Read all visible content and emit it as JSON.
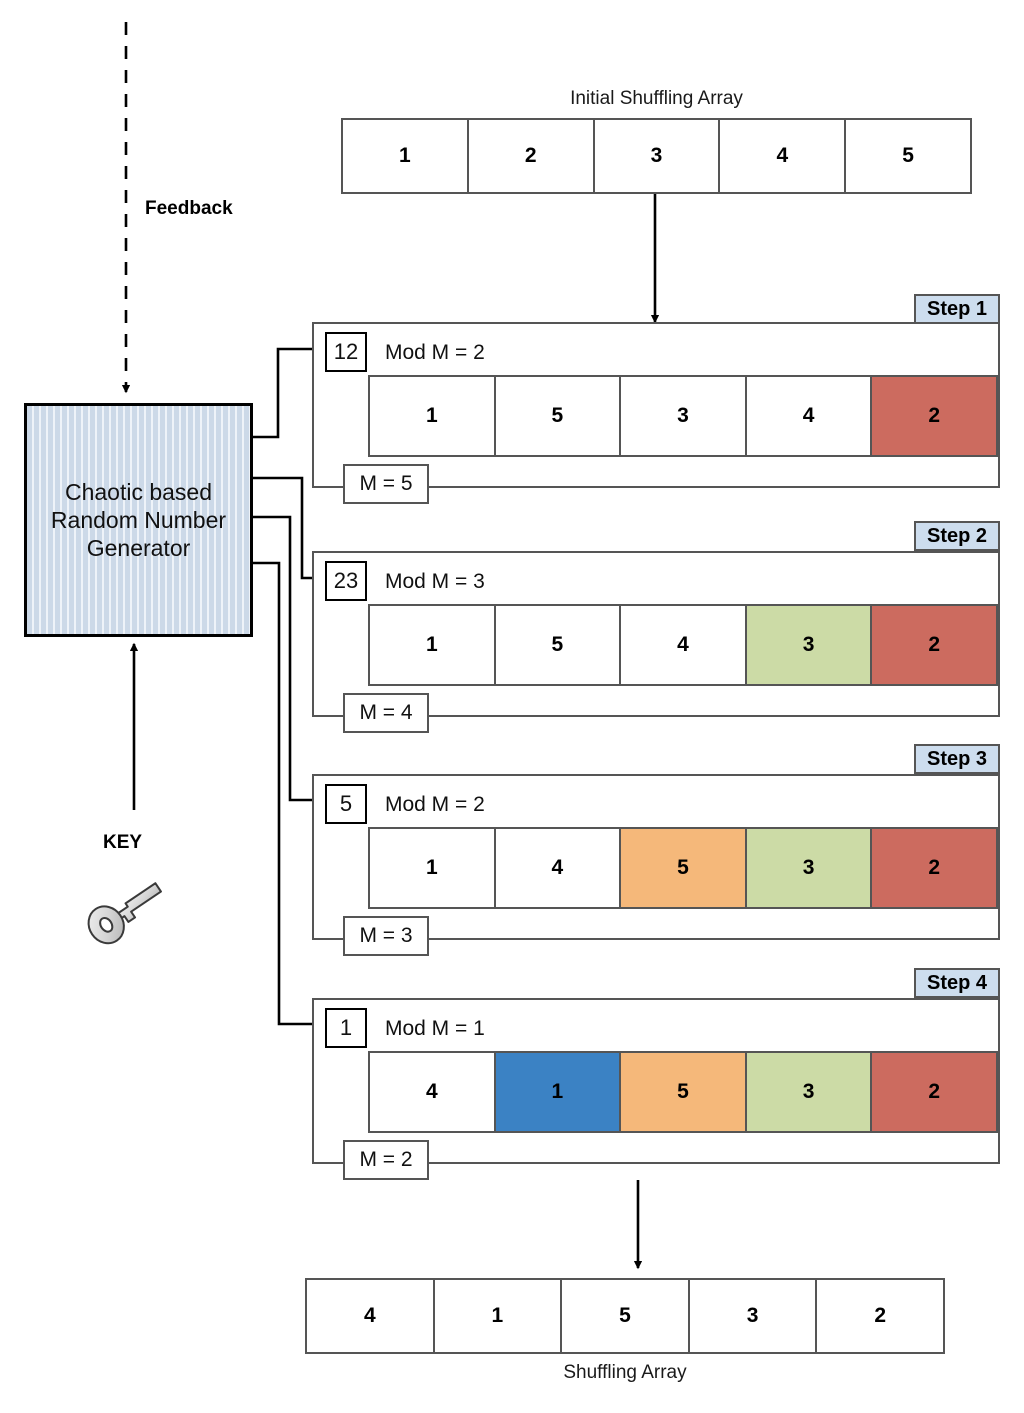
{
  "diagram": {
    "title_top": "Initial Shuffling Array",
    "title_bottom": "Shuffling Array",
    "feedback_label": "Feedback",
    "key_label": "KEY",
    "generator_label": "Chaotic based Random Number Generator"
  },
  "colors": {
    "red": "#cc6b5f",
    "green": "#ccdba6",
    "orange": "#f5b87a",
    "blue": "#3b82c4",
    "white": "#ffffff",
    "generator_fill": "#ccd9e8",
    "badge_fill": "#cdddee",
    "stroke": "#555555"
  },
  "initial_array": {
    "label": "Initial Shuffling Array",
    "cells": [
      {
        "value": "1",
        "fill": "white"
      },
      {
        "value": "2",
        "fill": "white"
      },
      {
        "value": "3",
        "fill": "white"
      },
      {
        "value": "4",
        "fill": "white"
      },
      {
        "value": "5",
        "fill": "white"
      }
    ]
  },
  "final_array": {
    "label": "Shuffling Array",
    "cells": [
      {
        "value": "4",
        "fill": "white"
      },
      {
        "value": "1",
        "fill": "white"
      },
      {
        "value": "5",
        "fill": "white"
      },
      {
        "value": "3",
        "fill": "white"
      },
      {
        "value": "2",
        "fill": "white"
      }
    ]
  },
  "steps": [
    {
      "badge": "Step 1",
      "random_value": "12",
      "mod_label": "Mod M = 2",
      "m_label": "M = 5",
      "cells": [
        {
          "value": "1",
          "fill": "white"
        },
        {
          "value": "5",
          "fill": "white"
        },
        {
          "value": "3",
          "fill": "white"
        },
        {
          "value": "4",
          "fill": "white"
        },
        {
          "value": "2",
          "fill": "red"
        }
      ]
    },
    {
      "badge": "Step 2",
      "random_value": "23",
      "mod_label": "Mod M = 3",
      "m_label": "M = 4",
      "cells": [
        {
          "value": "1",
          "fill": "white"
        },
        {
          "value": "5",
          "fill": "white"
        },
        {
          "value": "4",
          "fill": "white"
        },
        {
          "value": "3",
          "fill": "green"
        },
        {
          "value": "2",
          "fill": "red"
        }
      ]
    },
    {
      "badge": "Step 3",
      "random_value": "5",
      "mod_label": "Mod M = 2",
      "m_label": "M = 3",
      "cells": [
        {
          "value": "1",
          "fill": "white"
        },
        {
          "value": "4",
          "fill": "white"
        },
        {
          "value": "5",
          "fill": "orange"
        },
        {
          "value": "3",
          "fill": "green"
        },
        {
          "value": "2",
          "fill": "red"
        }
      ]
    },
    {
      "badge": "Step 4",
      "random_value": "1",
      "mod_label": "Mod M = 1",
      "m_label": "M = 2",
      "cells": [
        {
          "value": "4",
          "fill": "white"
        },
        {
          "value": "1",
          "fill": "blue"
        },
        {
          "value": "5",
          "fill": "orange"
        },
        {
          "value": "3",
          "fill": "green"
        },
        {
          "value": "2",
          "fill": "red"
        }
      ]
    }
  ]
}
